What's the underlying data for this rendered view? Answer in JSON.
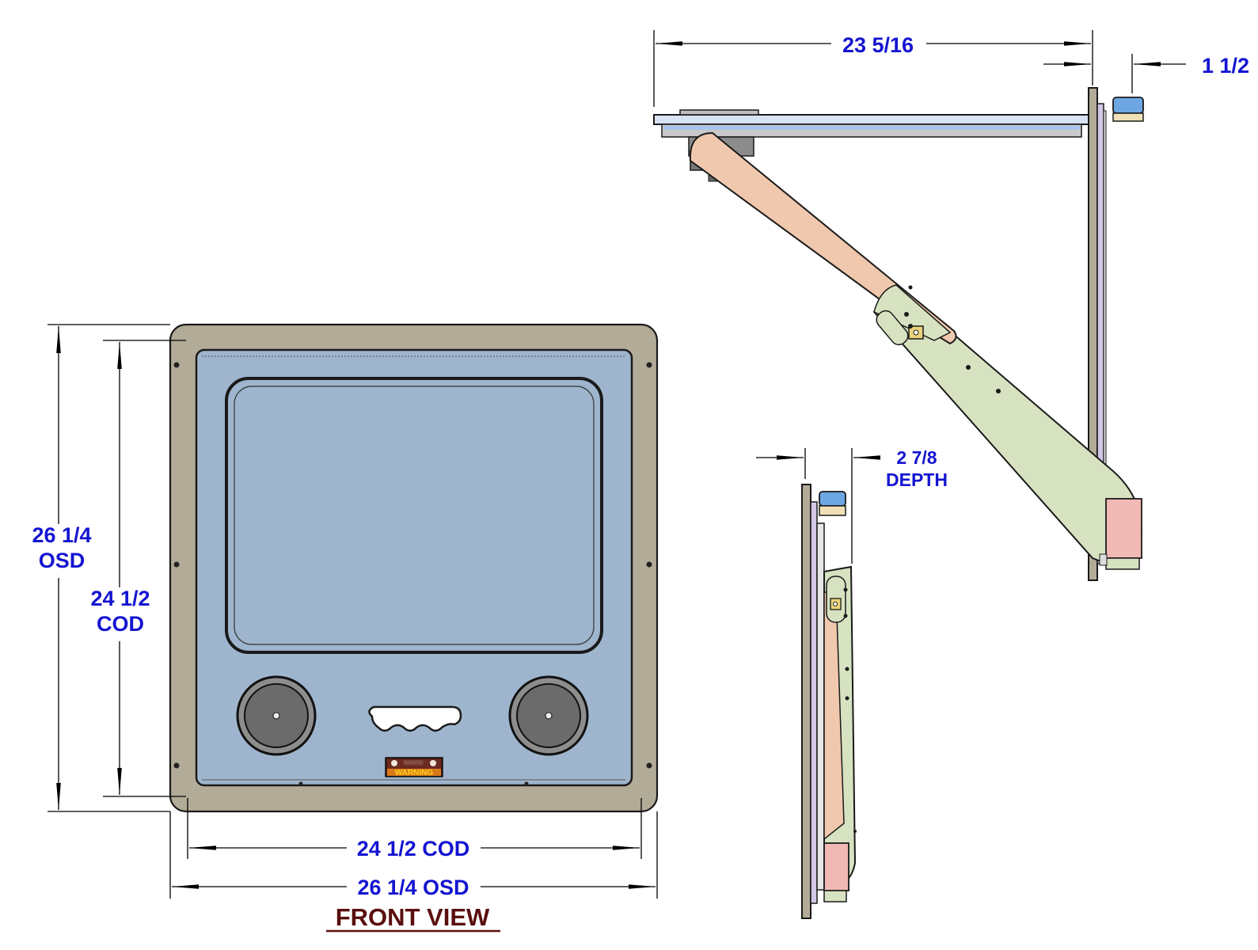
{
  "front_view": {
    "title": "FRONT VIEW",
    "height_osd": {
      "value": "26 1/4",
      "unit": "OSD"
    },
    "height_cod": {
      "value": "24 1/2",
      "unit": "COD"
    },
    "width_cod": "24 1/2 COD",
    "width_osd": "26 1/4 OSD",
    "warning_label": "WARNING"
  },
  "side_view_open": {
    "width": "23 5/16",
    "thickness": "1 1/2"
  },
  "side_view_closed": {
    "depth_value": "2 7/8",
    "depth_label": "DEPTH"
  },
  "colors": {
    "dimension": "#1414d2",
    "title": "#5a0f0f",
    "frame": "#b2ab97",
    "panel": "#9eb5cd",
    "arm_upper": "#f0c8ad",
    "arm_lower": "#d7e2c1",
    "hinge": "#f0b9b4",
    "bumper": "#6ea6e4",
    "strip": "#d2c8e6"
  }
}
